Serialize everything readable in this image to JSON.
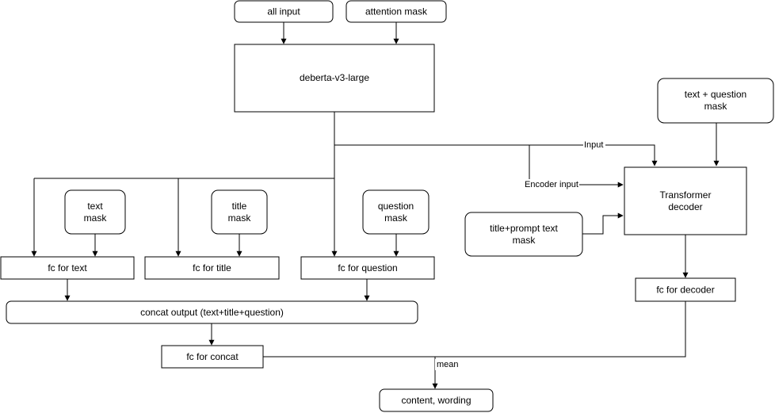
{
  "nodes": {
    "all_input": "all input",
    "attention_mask": "attention mask",
    "deberta": "deberta-v3-large",
    "text_question_mask": [
      "text + question",
      "mask"
    ],
    "text_mask": [
      "text",
      "mask"
    ],
    "title_mask": [
      "title",
      "mask"
    ],
    "question_mask": [
      "question",
      "mask"
    ],
    "transformer_decoder": [
      "Transformer",
      "decoder"
    ],
    "title_prompt_mask": [
      "title+prompt text",
      "mask"
    ],
    "fc_text": "fc for text",
    "fc_title": "fc for title",
    "fc_question": "fc for question",
    "fc_decoder": "fc for decoder",
    "concat_output": "concat output (text+title+question)",
    "fc_concat": "fc for concat",
    "content_wording": "content, wording"
  },
  "edge_labels": {
    "input": "Input",
    "encoder_input": "Encoder input",
    "mean": "mean"
  }
}
